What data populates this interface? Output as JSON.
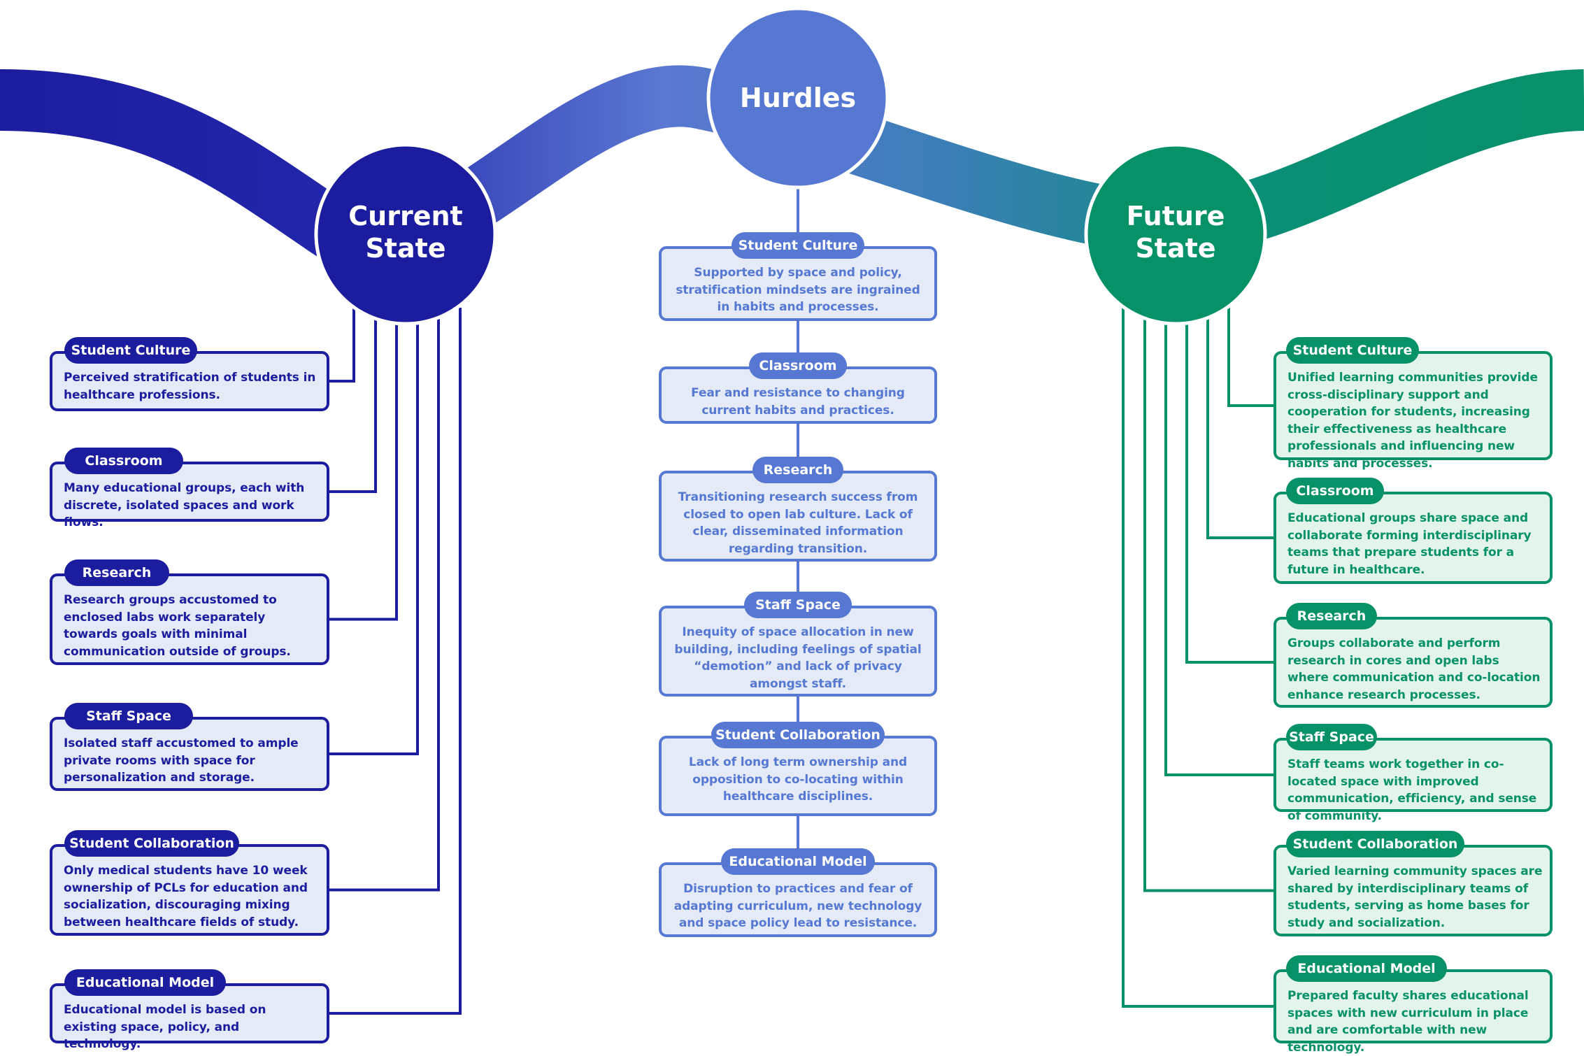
{
  "colors": {
    "current": "#1c1c9e",
    "hurdles": "#5678d3",
    "future": "#079169",
    "card_fill_blue": "#e4ebf6",
    "card_fill_green": "#e3f5ea"
  },
  "nodes": {
    "current": "Current\nState",
    "hurdles": "Hurdles",
    "future": "Future\nState"
  },
  "current": [
    {
      "title": "Student Culture",
      "text": "Perceived stratification of students in healthcare professions."
    },
    {
      "title": "Classroom",
      "text": "Many educational groups, each with discrete, isolated spaces and work flows."
    },
    {
      "title": "Research",
      "text": "Research groups accustomed to enclosed labs work separately towards goals with minimal communication outside of groups."
    },
    {
      "title": "Staff Space",
      "text": "Isolated staff accustomed to ample private rooms with space for personalization and storage."
    },
    {
      "title": "Student Collaboration",
      "text": "Only medical students have 10 week ownership of PCLs for education and socialization, discouraging mixing between healthcare fields of study."
    },
    {
      "title": "Educational Model",
      "text": "Educational model is based on existing space, policy, and technology."
    }
  ],
  "hurdles": [
    {
      "title": "Student Culture",
      "text": "Supported by space and policy, stratification mindsets are ingrained in habits and processes."
    },
    {
      "title": "Classroom",
      "text": "Fear and resistance to changing current habits and practices."
    },
    {
      "title": "Research",
      "text": "Transitioning research success from closed to open lab culture. Lack of clear, disseminated information regarding transition."
    },
    {
      "title": "Staff Space",
      "text": "Inequity of space allocation in new building, including feelings of spatial “demotion” and lack of privacy amongst staff."
    },
    {
      "title": "Student Collaboration",
      "text": "Lack of long term ownership and opposition to co-locating within healthcare disciplines."
    },
    {
      "title": "Educational Model",
      "text": "Disruption to practices and fear of adapting curriculum, new technology and space policy lead to resistance."
    }
  ],
  "future": [
    {
      "title": "Student Culture",
      "text": "Unified learning communities provide cross-disciplinary support and cooperation for students, increasing their effectiveness as healthcare professionals and influencing new habits and processes."
    },
    {
      "title": "Classroom",
      "text": "Educational groups share space and collaborate forming interdisciplinary teams that prepare students for a future in healthcare."
    },
    {
      "title": "Research",
      "text": "Groups collaborate and perform research in cores and open labs where communication and co-location enhance research processes."
    },
    {
      "title": "Staff Space",
      "text": "Staff teams work together in co-located space with improved communication, efficiency, and sense of community."
    },
    {
      "title": "Student Collaboration",
      "text": "Varied learning community spaces are shared by interdisciplinary teams of students, serving as home bases for study and socialization."
    },
    {
      "title": "Educational Model",
      "text": "Prepared faculty shares educational spaces with new curriculum in place and are comfortable with new technology."
    }
  ]
}
